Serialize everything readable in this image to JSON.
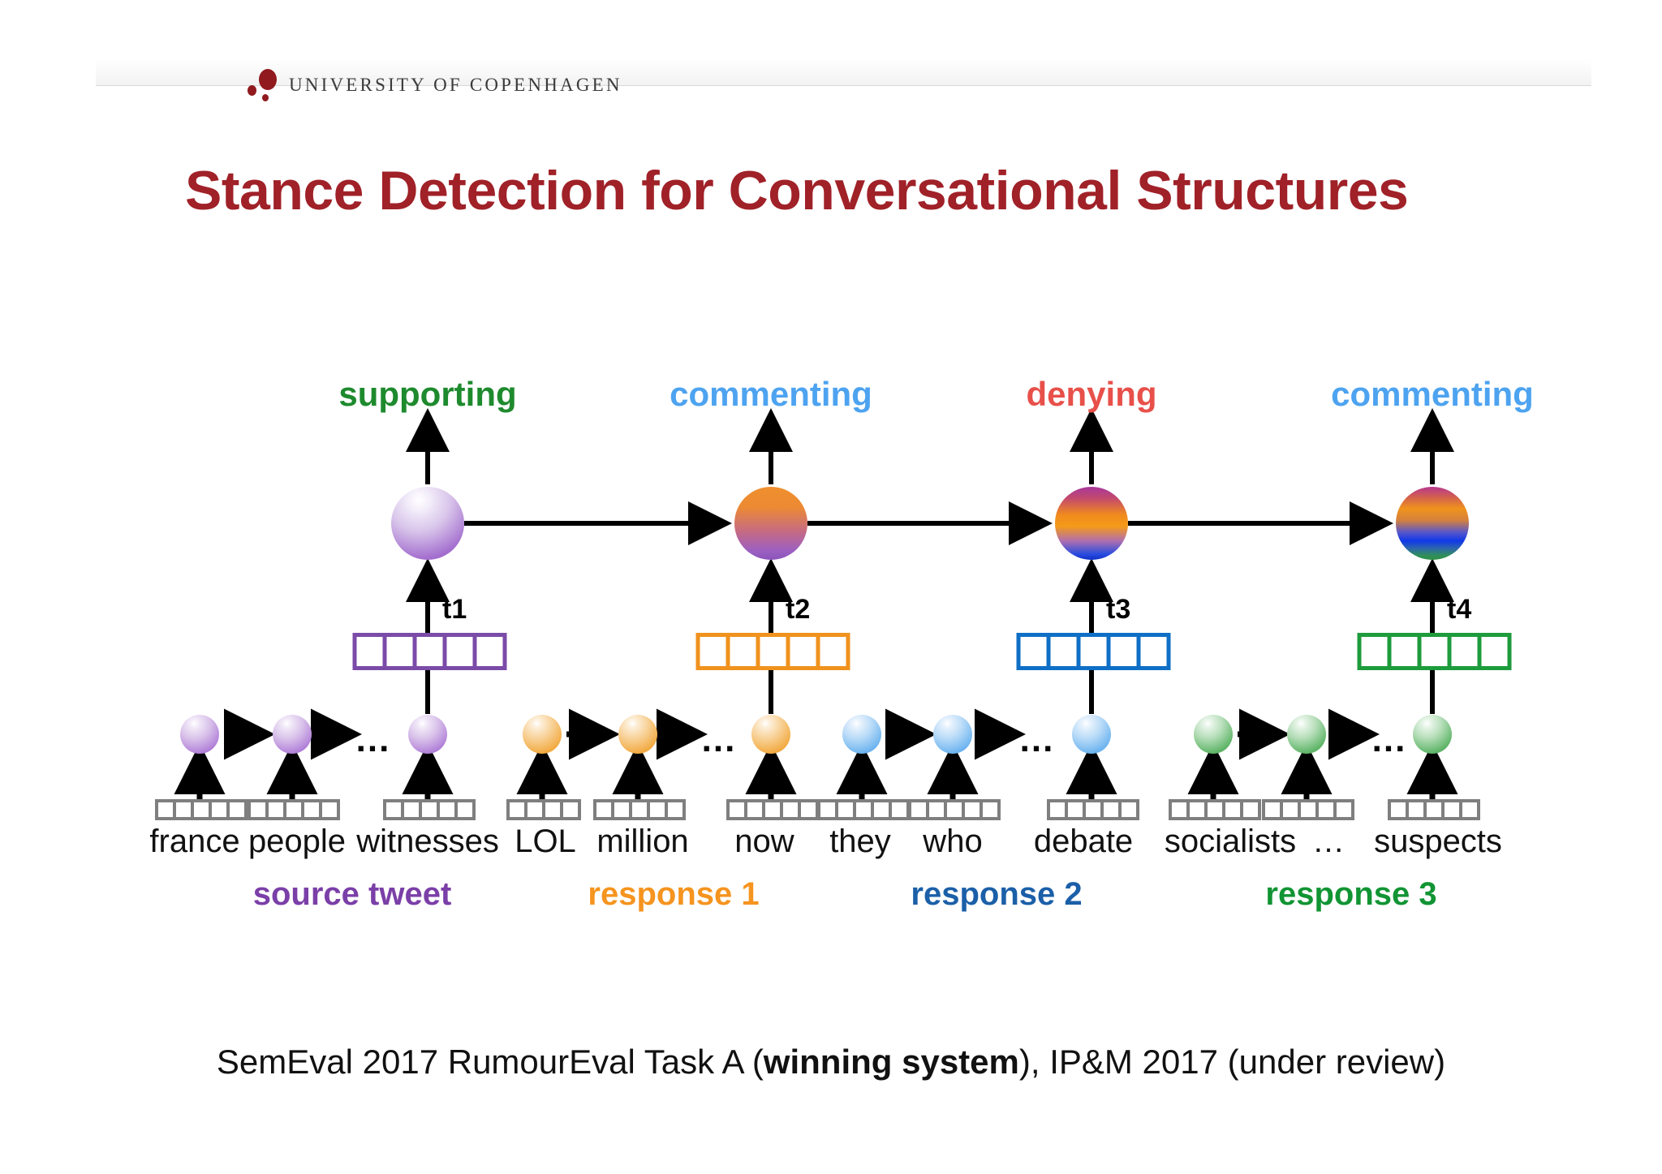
{
  "header": {
    "institution": "UNIVERSITY OF COPENHAGEN",
    "logo_icon": "copenhagen-dots-logo"
  },
  "title": "Stance Detection for Conversational Structures",
  "colors": {
    "title_red": "#A02128",
    "supporting_green": "#1E8A2E",
    "commenting_blue": "#4DA3F0",
    "denying_red": "#E8504A",
    "source_purple": "#7B3FA8",
    "response1_orange": "#F5941F",
    "response2_blue": "#1B5FA8",
    "response3_green": "#119433",
    "embed_gray": "#7F7F7F"
  },
  "diagram": {
    "type": "branch-lstm-architecture",
    "columns": [
      {
        "id": "col1",
        "group_label": "source tweet",
        "group_color": "#7B3FA8",
        "stance_label": "supporting",
        "stance_color": "#1E8A2E",
        "timestep_label": "t1",
        "vector_color": "#7B4BA8",
        "vector_cells": 5,
        "node_gradient": "white-to-purple",
        "tokens": [
          {
            "word": "france",
            "embed_cells": 5
          },
          {
            "word": "people",
            "embed_cells": 5
          },
          {
            "word": "witnesses",
            "embed_cells": 5
          }
        ],
        "token_gap_ellipsis": "..."
      },
      {
        "id": "col2",
        "group_label": "response 1",
        "group_color": "#F5941F",
        "stance_label": "commenting",
        "stance_color": "#4DA3F0",
        "timestep_label": "t2",
        "vector_color": "#F0921E",
        "vector_cells": 5,
        "node_gradient": "orange-to-purple",
        "tokens": [
          {
            "word": "LOL",
            "embed_cells": 4
          },
          {
            "word": "million",
            "embed_cells": 5
          },
          {
            "word": "now",
            "embed_cells": 5
          }
        ],
        "token_gap_ellipsis": "..."
      },
      {
        "id": "col3",
        "group_label": "response 2",
        "group_color": "#1B5FA8",
        "stance_label": "denying",
        "stance_color": "#E8504A",
        "timestep_label": "t3",
        "vector_color": "#0F6FC6",
        "vector_cells": 5,
        "node_gradient": "magenta-orange-blue",
        "tokens": [
          {
            "word": "they",
            "embed_cells": 5
          },
          {
            "word": "who",
            "embed_cells": 5
          },
          {
            "word": "debate",
            "embed_cells": 5
          }
        ],
        "token_gap_ellipsis": "..."
      },
      {
        "id": "col4",
        "group_label": "response 3",
        "group_color": "#119433",
        "stance_label": "commenting",
        "stance_color": "#4DA3F0",
        "timestep_label": "t4",
        "vector_color": "#1E9B3C",
        "vector_cells": 5,
        "node_gradient": "magenta-orange-blue-green",
        "tokens": [
          {
            "word": "socialists",
            "embed_cells": 5
          },
          {
            "word": "…",
            "embed_cells": 5
          },
          {
            "word": "suspects",
            "embed_cells": 5
          }
        ],
        "token_gap_ellipsis": "..."
      }
    ]
  },
  "caption": {
    "prefix": "SemEval 2017 RumourEval Task A (",
    "bold": "winning system",
    "suffix": "), IP&M 2017 (under review)"
  }
}
